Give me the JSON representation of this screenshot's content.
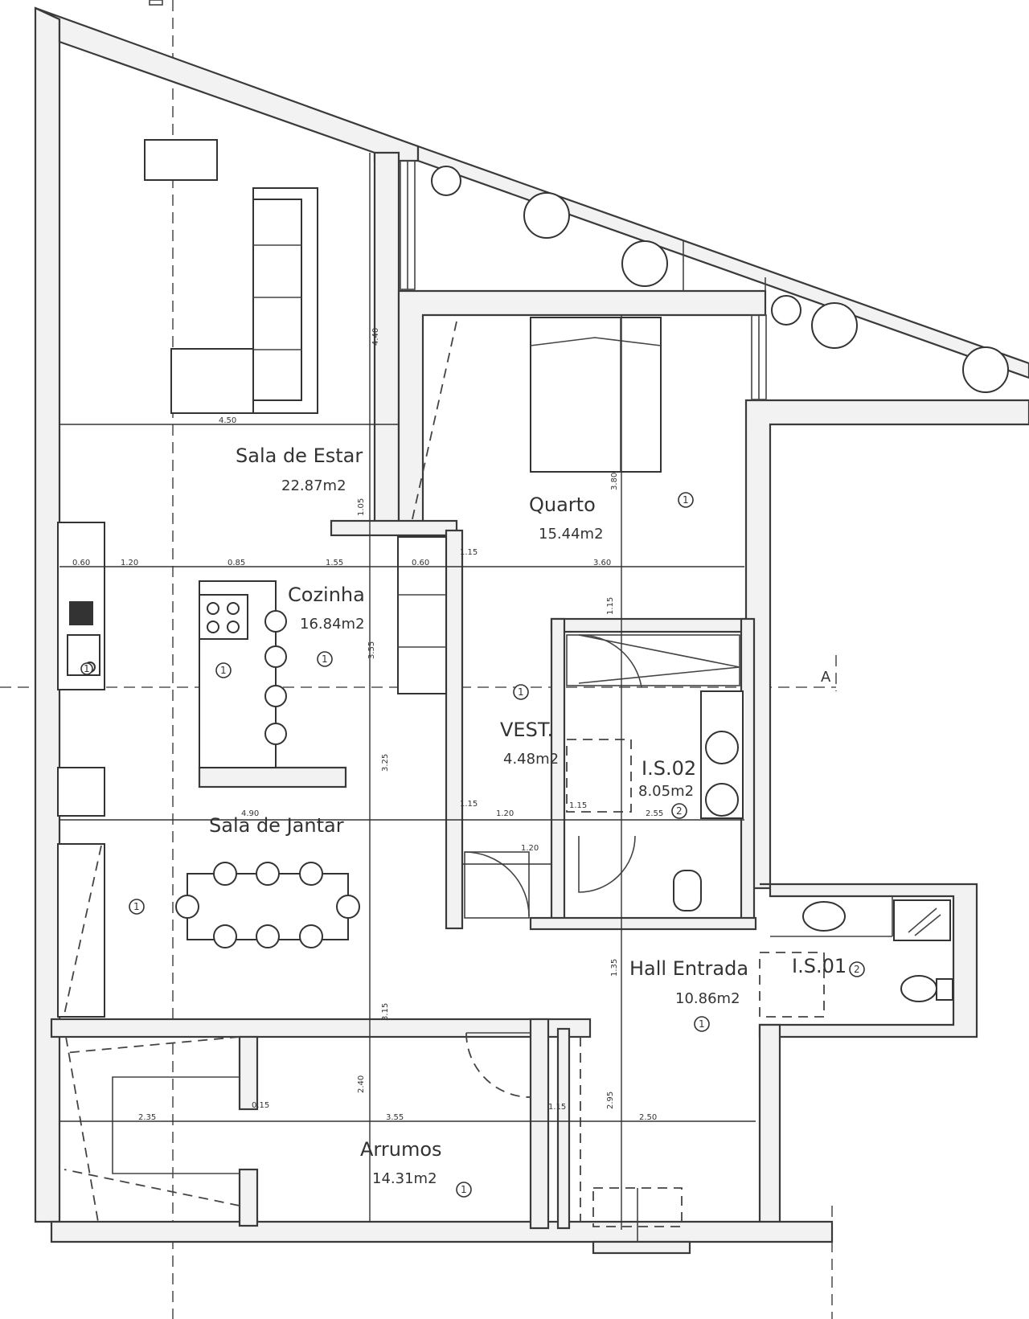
{
  "rooms": {
    "sala_estar": {
      "name": "Sala de Estar",
      "area": "22.87m2"
    },
    "quarto": {
      "name": "Quarto",
      "area": "15.44m2"
    },
    "cozinha": {
      "name": "Cozinha",
      "area": "16.84m2"
    },
    "vest": {
      "name": "VEST.",
      "area": "4.48m2"
    },
    "is02": {
      "name": "I.S.02",
      "area": "8.05m2"
    },
    "sala_jantar": {
      "name": "Sala de Jantar",
      "area": ""
    },
    "hall": {
      "name": "Hall Entrada",
      "area": "10.86m2"
    },
    "is01": {
      "name": "I.S.01",
      "area": ""
    },
    "arrumos": {
      "name": "Arrumos",
      "area": "14.31m2"
    }
  },
  "markers": {
    "m1": "1",
    "m2": "1",
    "m3": "1",
    "m4": "1",
    "m5": "1",
    "m6": "2",
    "m7": "1",
    "m8": "2",
    "m9": "1",
    "m10": "1"
  },
  "section_label": "A",
  "dimensions": {
    "d_450": "4.50",
    "d_060": "0.60",
    "d_120": "1.20",
    "d_085": "0.85",
    "d_155": "1.55",
    "d_060b": "0.60",
    "d_115a": "1.15",
    "d_360": "3.60",
    "d_115b": "1.15",
    "d_120b": "1.20",
    "d_115c": "1.15",
    "d_255": "2.55",
    "d_120c": "1.20",
    "d_490": "4.90",
    "d_235": "2.35",
    "d_015": "0.15",
    "d_355": "3.55",
    "d_115d": "1.15",
    "d_250": "2.50",
    "v_440": "4.40",
    "v_105": "1.05",
    "v_380": "3.80",
    "v_115": "1.15",
    "v_355": "3.55",
    "v_240": "2.40",
    "v_295": "2.95",
    "v_135": "1.35",
    "v_315": "3.15",
    "v_325": "3.25"
  }
}
